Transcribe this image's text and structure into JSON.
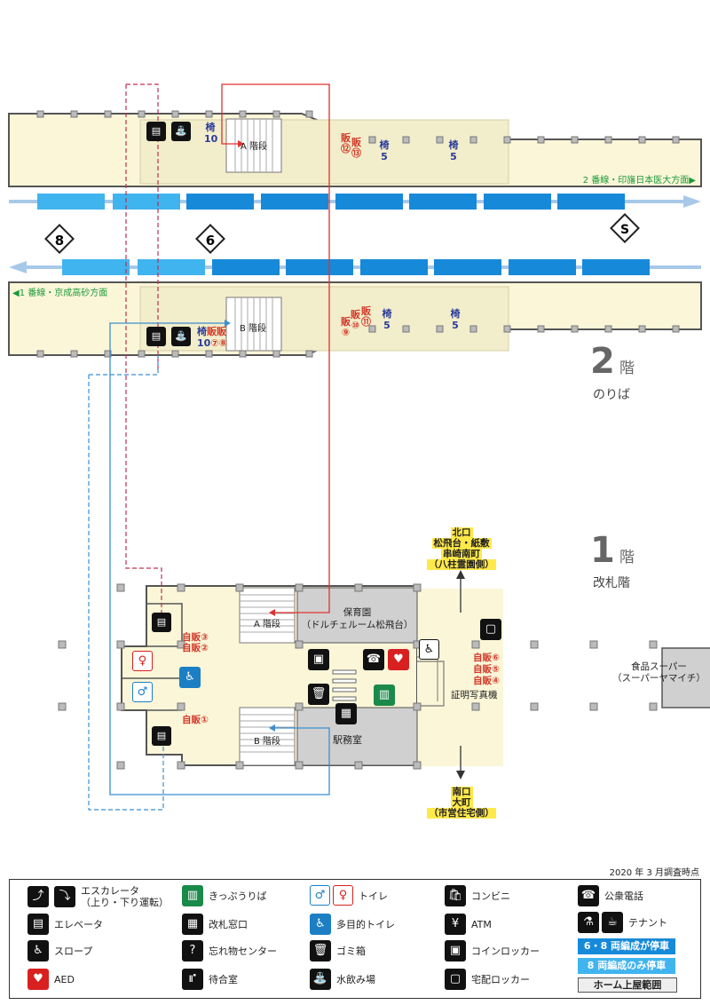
{
  "survey_date": "2020 年 3 月調査時点",
  "floor2": {
    "number": "2",
    "kai": "階",
    "name": "のりば"
  },
  "floor1": {
    "number": "1",
    "kai": "階",
    "name": "改札階"
  },
  "platform_top": {
    "direction": "2 番線・印旛日本医大方面▶",
    "stairs": "A 階段",
    "bench_a": "椅",
    "bench_a_count": "10",
    "vending_label_1": "販",
    "vending_label_2": "販",
    "vending_nums_1": "⑫",
    "vending_nums_2": "⑬",
    "bench_b": "椅",
    "bench_b_count": "5",
    "bench_c": "椅",
    "bench_c_count": "5"
  },
  "platform_bottom": {
    "direction": "◀1 番線・京成高砂方面",
    "stairs": "B 階段",
    "bench_a": "椅",
    "vend_a": "販販",
    "bench_a_count": "10",
    "vend_a_nums": "⑦⑧",
    "vend_b": "販",
    "vend_b_num": "⑨",
    "vend_c": "販",
    "vend_c_num": "⑩",
    "vend_d": "販",
    "vend_d_num": "⑪",
    "bench_b": "椅",
    "bench_b_count": "5",
    "bench_c": "椅",
    "bench_c_count": "5"
  },
  "stop_markers": {
    "eight": "8",
    "six": "6",
    "s": "S"
  },
  "concourse": {
    "nursery_1": "保育園",
    "nursery_2": "（ドルチェルーム松飛台）",
    "station_office": "駅務室",
    "stairs_a": "A 階段",
    "stairs_b": "B 階段",
    "vending_3": "自販③",
    "vending_2": "自販②",
    "vending_1": "自販①",
    "vending_6": "自販⑥",
    "vending_5": "自販⑤",
    "vending_4": "自販④",
    "photo_booth": "証明写真機",
    "supermarket_1": "食品スーパー",
    "supermarket_2": "（スーパーヤマイチ）"
  },
  "exits": {
    "north": [
      "北口",
      "松飛台・紙敷",
      "串崎南町",
      "（八柱霊園側）"
    ],
    "south": [
      "南口",
      "大町",
      "（市営住宅側）"
    ]
  },
  "legend": {
    "escalator": "エスカレータ",
    "escalator_sub": "（上り・下り運転）",
    "elevator": "エレベータ",
    "slope": "スロープ",
    "aed": "AED",
    "ticket": "きっぷうりば",
    "gate": "改札窓口",
    "lost": "忘れ物センター",
    "waiting": "待合室",
    "toilet": "トイレ",
    "mp_toilet": "多目的トイレ",
    "trash": "ゴミ箱",
    "water": "水飲み場",
    "conveni": "コンビニ",
    "atm": "ATM",
    "coin_locker": "コインロッカー",
    "delivery_locker": "宅配ロッカー",
    "phone": "公衆電話",
    "tenant": "テナント",
    "stop_6_8": "6・8 両編成が停車",
    "stop_8": "8 両編成のみ停車",
    "roof": "ホーム上屋範囲"
  },
  "colors": {
    "platform": "#fbf6d8",
    "roof": "#f2edcb",
    "train_dark": "#1789d9",
    "train_light": "#40b4ee",
    "concourse": "#fbf6d8",
    "room_gray": "#d0d0d0",
    "red_route": "#e03030",
    "blue_route": "#3a8fd0",
    "direction_green": "#1a9a3a",
    "vending_red": "#d23a2a",
    "bench_blue": "#2a3a9a"
  }
}
